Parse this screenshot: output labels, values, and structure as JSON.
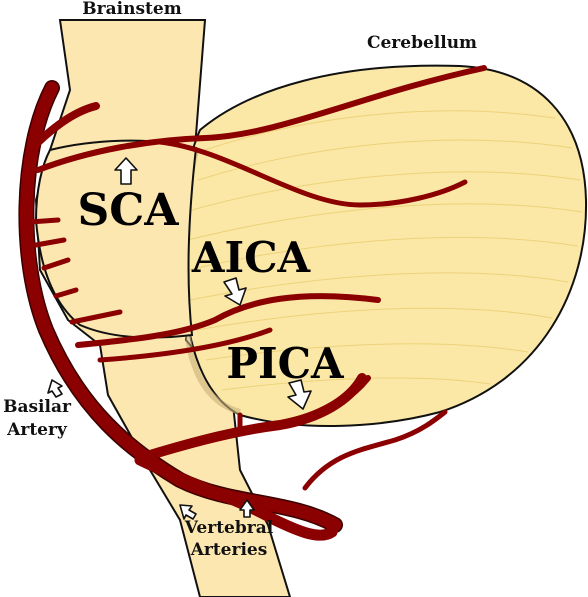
{
  "labels": {
    "brainstem": "Brainstem",
    "cerebellum": "Cerebellum",
    "sca": "SCA",
    "aica": "AICA",
    "pica": "PICA",
    "basilar_line1": "Basilar",
    "basilar_line2": "Artery",
    "vertebral_line1": "Vertebral",
    "vertebral_line2": "Arteries"
  },
  "colors": {
    "artery": "#8b0000",
    "brainstem_fill": "#fde7b0",
    "cerebellum_fill": "#fbe8a6",
    "fold_lines": "#ecd27a",
    "outline": "#111111"
  }
}
